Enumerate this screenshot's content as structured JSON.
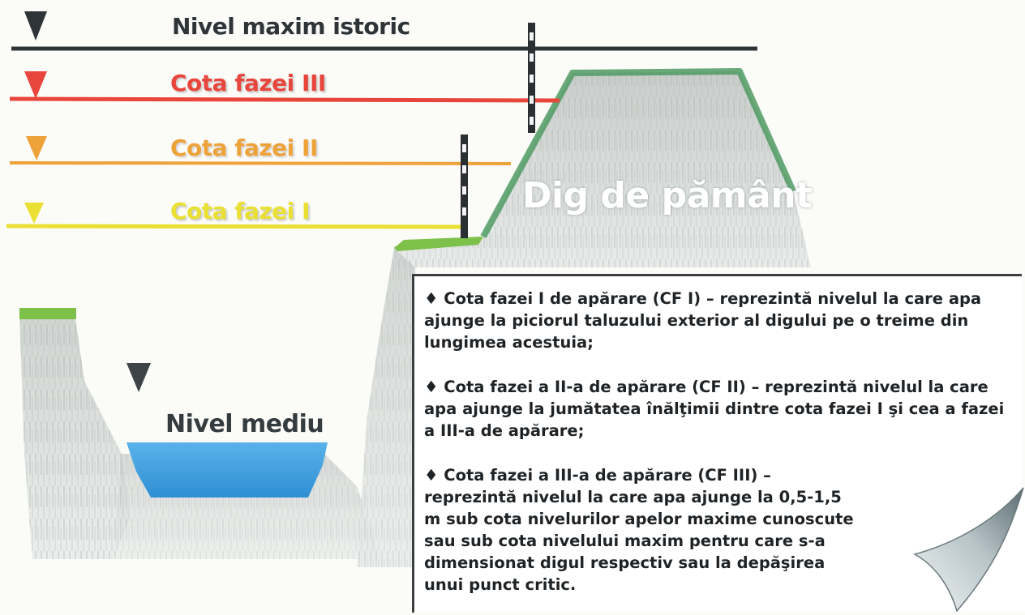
{
  "diagram": {
    "levels": [
      {
        "id": "hist",
        "label": "Nivel maxim istoric",
        "color": "#2f3438"
      },
      {
        "id": "f3",
        "label": "Cota fazei III",
        "color": "#e8463c"
      },
      {
        "id": "f2",
        "label": "Cota fazei II",
        "color": "#eda23a"
      },
      {
        "id": "f1",
        "label": "Cota fazei I",
        "color": "#e9e032"
      }
    ],
    "dam_label": "Dig de pământ",
    "water_label": "Nivel mediu",
    "colors": {
      "water": "#3b9fe0",
      "grass": "#7dc04a",
      "dam_edge": "#4f9a63",
      "earth": "#d4d8d6"
    }
  },
  "definitions": [
    "♦ Cota fazei I de apărare (CF I) – reprezintă nivelul la care apa ajunge la piciorul taluzului exterior al digului pe o treime din lungimea acestuia;",
    "♦ Cota fazei a II-a de apărare (CF II) – reprezintă nivelul la care apa ajunge la jumătatea înălţimii dintre cota fazei I şi cea a fazei a III-a de apărare;",
    "♦ Cota fazei a III-a de apărare (CF III) – reprezintă nivelul la care apa ajunge la 0,5-1,5 m sub cota nivelurilor apelor maxime cunoscute sau sub cota nivelului maxim pentru care s-a dimensionat digul respectiv sau la depăşirea unui punct critic."
  ]
}
